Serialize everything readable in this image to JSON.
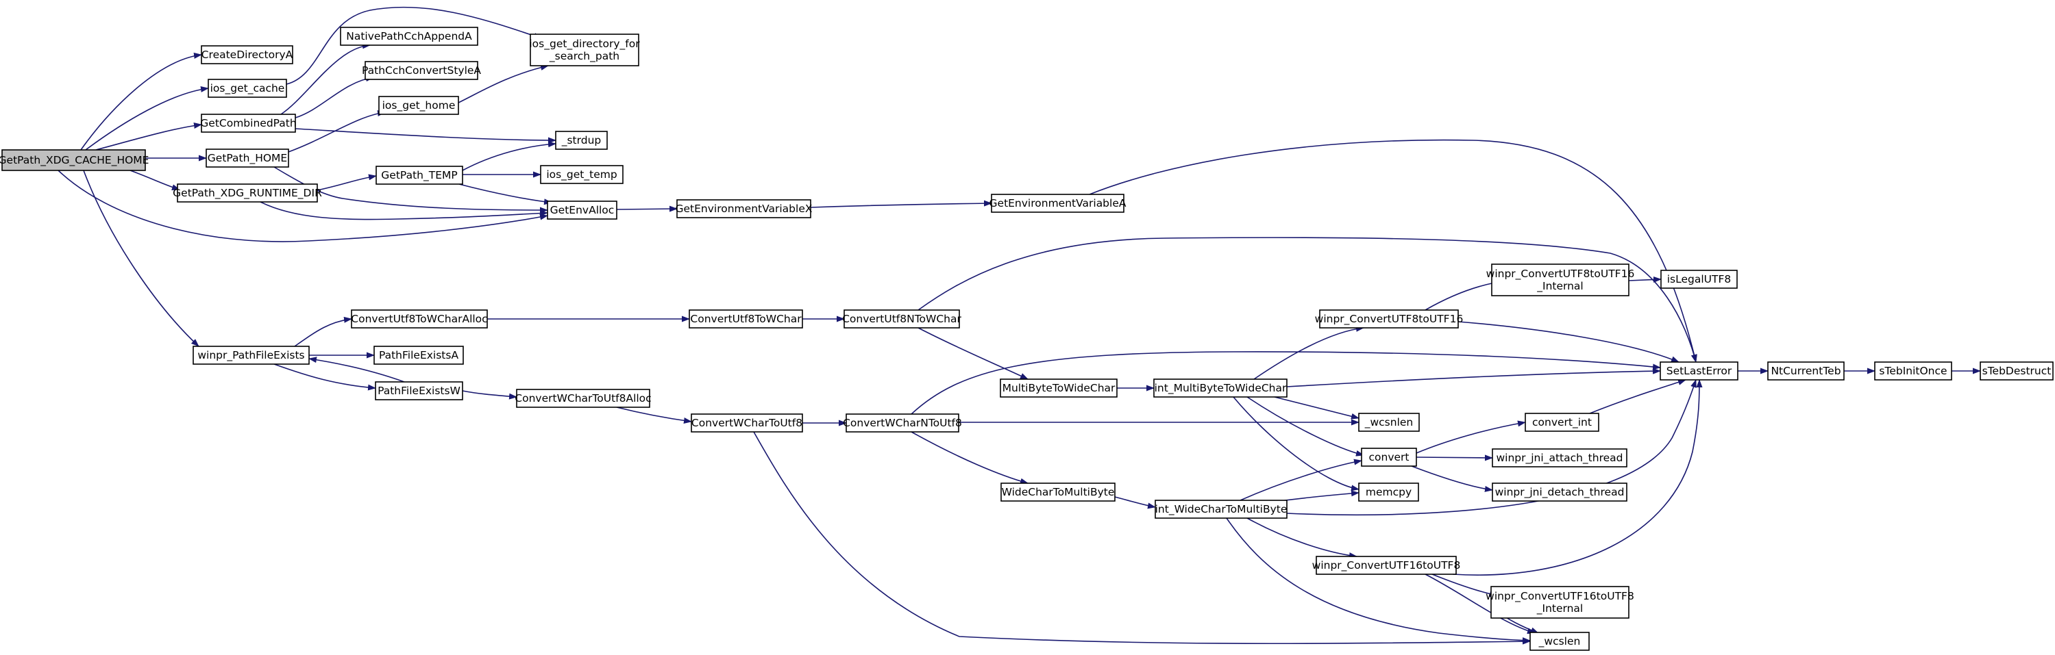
{
  "colors": {
    "edge": "#191970",
    "node_fill": "#ffffff",
    "root_fill": "#bfbfbf",
    "node_border": "#000000"
  },
  "nodes": [
    {
      "id": "GetPath_XDG_CACHE_HOME",
      "lines": [
        "GetPath_XDG_CACHE_HOME"
      ],
      "root": true
    },
    {
      "id": "CreateDirectoryA",
      "lines": [
        "CreateDirectoryA"
      ]
    },
    {
      "id": "ios_get_cache",
      "lines": [
        "ios_get_cache"
      ]
    },
    {
      "id": "GetCombinedPath",
      "lines": [
        "GetCombinedPath"
      ]
    },
    {
      "id": "GetPath_HOME",
      "lines": [
        "GetPath_HOME"
      ]
    },
    {
      "id": "GetPath_XDG_RUNTIME_DIR",
      "lines": [
        "GetPath_XDG_RUNTIME_DIR"
      ]
    },
    {
      "id": "winpr_PathFileExists",
      "lines": [
        "winpr_PathFileExists"
      ]
    },
    {
      "id": "NativePathCchAppendA",
      "lines": [
        "NativePathCchAppendA"
      ]
    },
    {
      "id": "PathCchConvertStyleA",
      "lines": [
        "PathCchConvertStyleA"
      ]
    },
    {
      "id": "ios_get_home",
      "lines": [
        "ios_get_home"
      ]
    },
    {
      "id": "ios_get_directory_for_search_path",
      "lines": [
        "ios_get_directory_for",
        "_search_path"
      ]
    },
    {
      "id": "_strdup",
      "lines": [
        "_strdup"
      ]
    },
    {
      "id": "GetPath_TEMP",
      "lines": [
        "GetPath_TEMP"
      ]
    },
    {
      "id": "ios_get_temp",
      "lines": [
        "ios_get_temp"
      ]
    },
    {
      "id": "GetEnvAlloc",
      "lines": [
        "GetEnvAlloc"
      ]
    },
    {
      "id": "GetEnvironmentVariableX",
      "lines": [
        "GetEnvironmentVariableX"
      ]
    },
    {
      "id": "GetEnvironmentVariableA",
      "lines": [
        "GetEnvironmentVariableA"
      ]
    },
    {
      "id": "ConvertUtf8ToWCharAlloc",
      "lines": [
        "ConvertUtf8ToWCharAlloc"
      ]
    },
    {
      "id": "PathFileExistsA",
      "lines": [
        "PathFileExistsA"
      ]
    },
    {
      "id": "PathFileExistsW",
      "lines": [
        "PathFileExistsW"
      ]
    },
    {
      "id": "ConvertWCharToUtf8Alloc",
      "lines": [
        "ConvertWCharToUtf8Alloc"
      ]
    },
    {
      "id": "ConvertUtf8ToWChar",
      "lines": [
        "ConvertUtf8ToWChar"
      ]
    },
    {
      "id": "ConvertUtf8NToWChar",
      "lines": [
        "ConvertUtf8NToWChar"
      ]
    },
    {
      "id": "ConvertWCharToUtf8",
      "lines": [
        "ConvertWCharToUtf8"
      ]
    },
    {
      "id": "ConvertWCharNToUtf8",
      "lines": [
        "ConvertWCharNToUtf8"
      ]
    },
    {
      "id": "MultiByteToWideChar",
      "lines": [
        "MultiByteToWideChar"
      ]
    },
    {
      "id": "WideCharToMultiByte",
      "lines": [
        "WideCharToMultiByte"
      ]
    },
    {
      "id": "int_MultiByteToWideChar",
      "lines": [
        "int_MultiByteToWideChar"
      ]
    },
    {
      "id": "int_WideCharToMultiByte",
      "lines": [
        "int_WideCharToMultiByte"
      ]
    },
    {
      "id": "winpr_ConvertUTF8toUTF16",
      "lines": [
        "winpr_ConvertUTF8toUTF16"
      ]
    },
    {
      "id": "winpr_ConvertUTF8toUTF16_Internal",
      "lines": [
        "winpr_ConvertUTF8toUTF16",
        "_Internal"
      ]
    },
    {
      "id": "_wcsnlen",
      "lines": [
        "_wcsnlen"
      ]
    },
    {
      "id": "convert",
      "lines": [
        "convert"
      ]
    },
    {
      "id": "memcpy",
      "lines": [
        "memcpy"
      ]
    },
    {
      "id": "winpr_ConvertUTF16toUTF8",
      "lines": [
        "winpr_ConvertUTF16toUTF8"
      ]
    },
    {
      "id": "winpr_ConvertUTF16toUTF8_Internal",
      "lines": [
        "winpr_ConvertUTF16toUTF8",
        "_Internal"
      ]
    },
    {
      "id": "_wcslen",
      "lines": [
        "_wcslen"
      ]
    },
    {
      "id": "convert_int",
      "lines": [
        "convert_int"
      ]
    },
    {
      "id": "winpr_jni_attach_thread",
      "lines": [
        "winpr_jni_attach_thread"
      ]
    },
    {
      "id": "winpr_jni_detach_thread",
      "lines": [
        "winpr_jni_detach_thread"
      ]
    },
    {
      "id": "isLegalUTF8",
      "lines": [
        "isLegalUTF8"
      ]
    },
    {
      "id": "SetLastError",
      "lines": [
        "SetLastError"
      ]
    },
    {
      "id": "NtCurrentTeb",
      "lines": [
        "NtCurrentTeb"
      ]
    },
    {
      "id": "sTebInitOnce",
      "lines": [
        "sTebInitOnce"
      ]
    },
    {
      "id": "sTebDestruct",
      "lines": [
        "sTebDestruct"
      ]
    }
  ]
}
